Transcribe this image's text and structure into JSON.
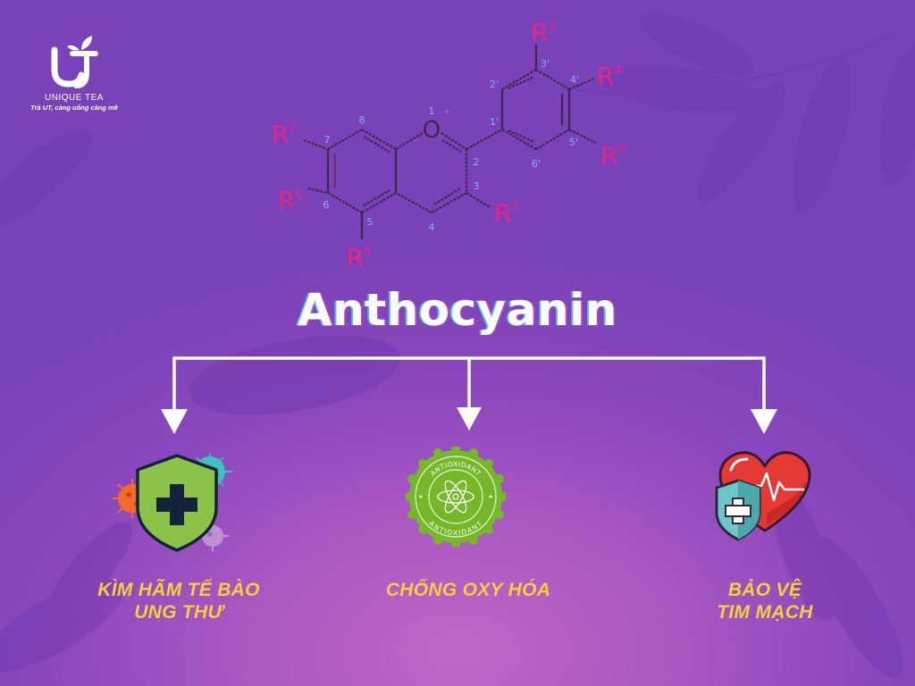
{
  "brand": {
    "logo_text": "UT",
    "name": "UNIQUE TEA",
    "slogan": "Trà UT, càng uống càng mê"
  },
  "molecule": {
    "ring_atom_oxygen": "O",
    "oxygen_charge": "+",
    "substituents": {
      "R7": {
        "base": "R",
        "sup": "7"
      },
      "R6": {
        "base": "R",
        "sup": "6"
      },
      "R5": {
        "base": "R",
        "sup": "5"
      },
      "R3": {
        "base": "R",
        "sup": "3"
      },
      "R3p": {
        "base": "R",
        "sup": "3'"
      },
      "R4p": {
        "base": "R",
        "sup": "4'"
      },
      "R5p": {
        "base": "R",
        "sup": "5'"
      }
    },
    "atom_numbers": {
      "n1": "1",
      "n2": "2",
      "n3": "3",
      "n4": "4",
      "n5": "5",
      "n6": "6",
      "n7": "7",
      "n8": "8",
      "n1p": "1'",
      "n2p": "2'",
      "n3p": "3'",
      "n4p": "4'",
      "n5p": "5'",
      "n6p": "6'"
    }
  },
  "title": "Anthocyanin",
  "benefits": [
    {
      "icon": "shield-virus-icon",
      "line1": "KÌM HÃM TẾ BÀO",
      "line2": "UNG THƯ"
    },
    {
      "icon": "antioxidant-badge-icon",
      "line1": "CHỐNG OXY HÓA",
      "badge_text_top": "ANTIOXIDANT",
      "badge_text_bottom": "ANTIOXIDANT"
    },
    {
      "icon": "heart-shield-icon",
      "line1": "BẢO VỆ",
      "line2": "TIM MẠCH"
    }
  ],
  "colors": {
    "bg_primary": "#7a42b8",
    "bg_glow": "#c066c6",
    "substituent_pink": "#e8268a",
    "atom_number_blue": "#7fb6e8",
    "label_yellow": "#f6cf3a",
    "badge_green": "#76b82a",
    "shield_green": "#8bc34a",
    "heart_red": "#e53935"
  }
}
